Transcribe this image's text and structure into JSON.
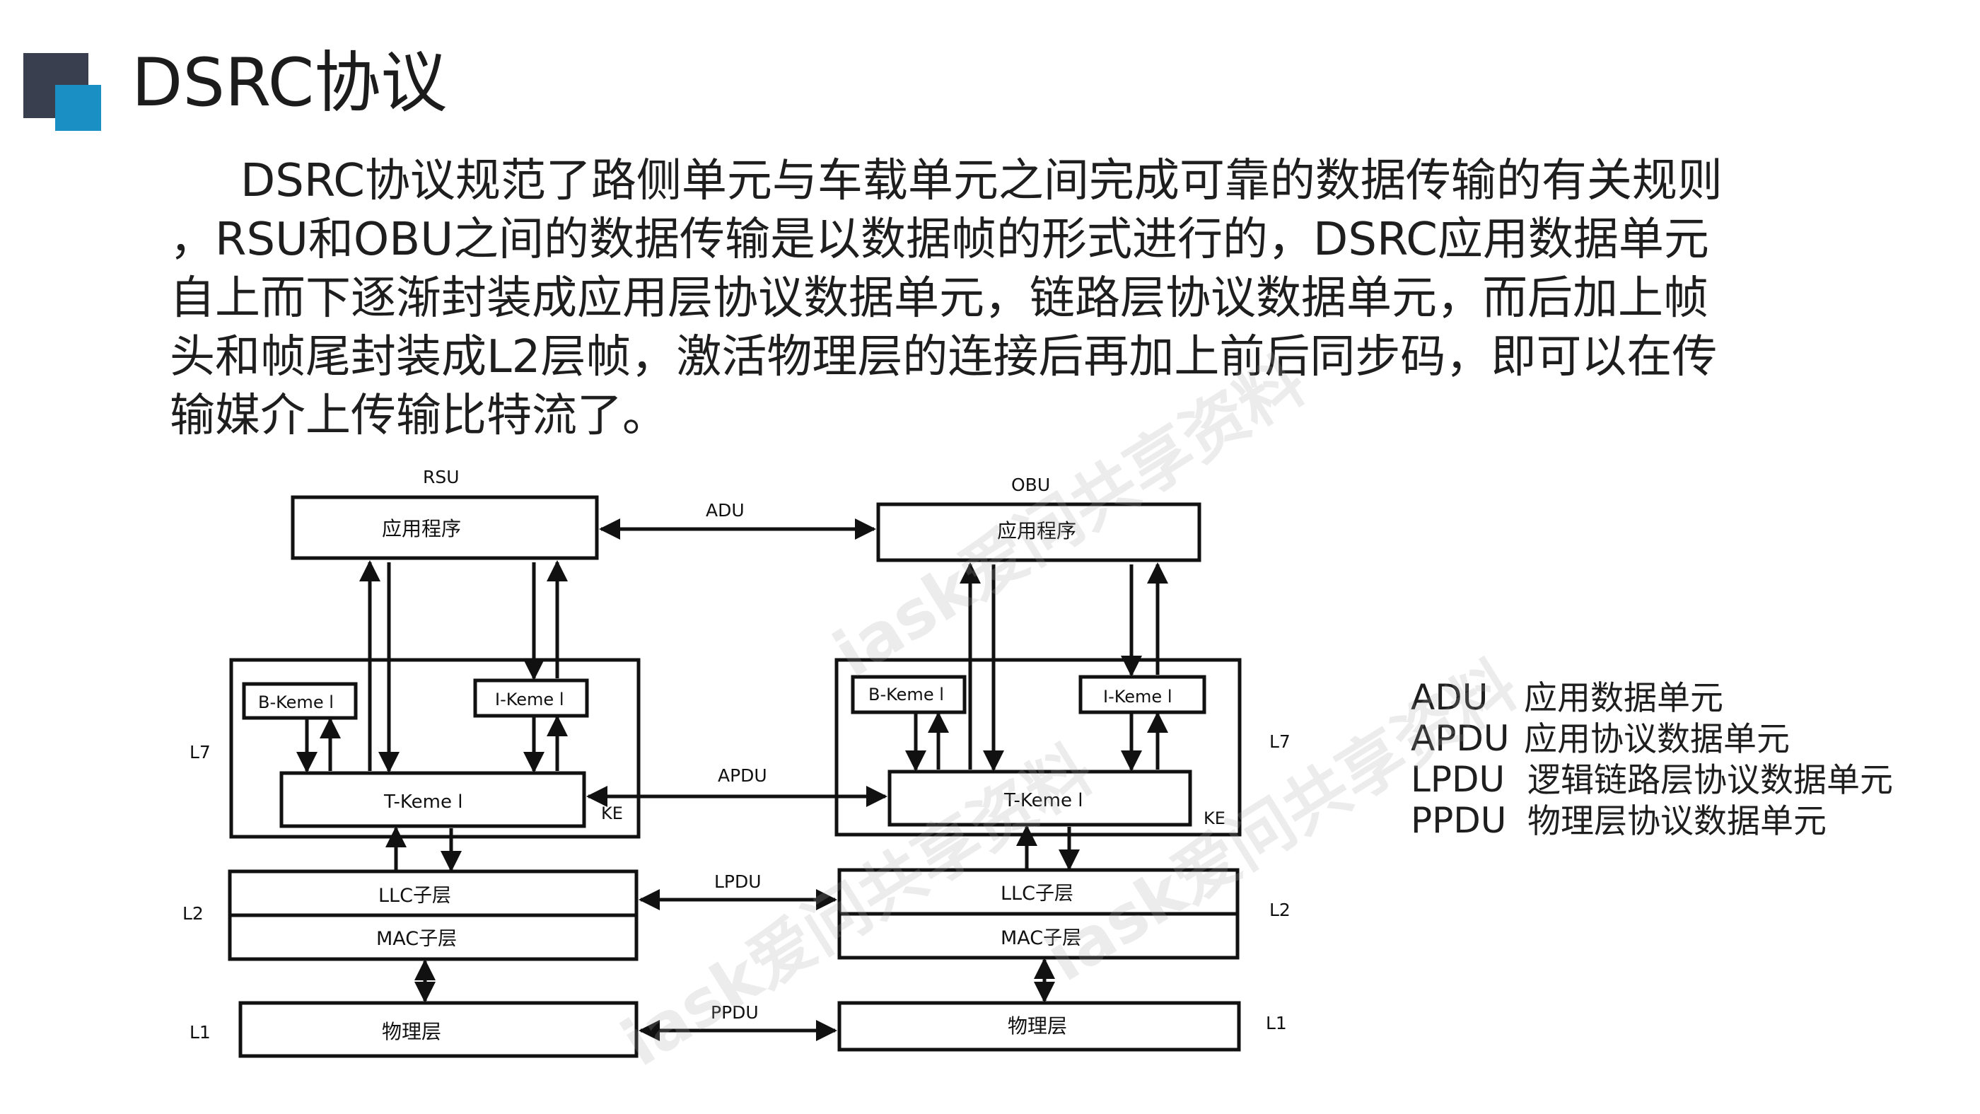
{
  "page": {
    "title": "DSRC协议",
    "paragraph_lines": [
      "DSRC协议规范了路侧单元与车载单元之间完成可靠的数据传输的有关规则",
      "，RSU和OBU之间的数据传输是以数据帧的形式进行的，DSRC应用数据单元",
      "自上而下逐渐封装成应用层协议数据单元，链路层协议数据单元，而后加上帧",
      "头和帧尾封装成L2层帧，激活物理层的连接后再加上前后同步码，即可以在传",
      "输媒介上传输比特流了。"
    ]
  },
  "diagram": {
    "rsu": {
      "label": "RSU",
      "app": "应用程序",
      "b_kernel": "B-Keme l",
      "i_kernel": "I-Keme l",
      "t_kernel": "T-Keme l",
      "ke": "KE",
      "llc": "LLC子层",
      "mac": "MAC子层",
      "phy": "物理层"
    },
    "obu": {
      "label": "OBU",
      "app": "应用程序",
      "b_kernel": "B-Keme l",
      "i_kernel": "I-Keme l",
      "t_kernel": "T-Keme l",
      "ke": "KE",
      "llc": "LLC子层",
      "mac": "MAC子层",
      "phy": "物理层"
    },
    "links": {
      "adu": "ADU",
      "apdu": "APDU",
      "lpdu": "LPDU",
      "ppdu": "PPDU"
    },
    "layers": {
      "l7": "L7",
      "l2": "L2",
      "l1": "L1"
    }
  },
  "legend": [
    {
      "abbr": "ADU",
      "desc": "应用数据单元"
    },
    {
      "abbr": "APDU",
      "desc": "应用协议数据单元"
    },
    {
      "abbr": "LPDU",
      "desc": "逻辑链路层协议数据单元"
    },
    {
      "abbr": "PPDU",
      "desc": "物理层协议数据单元"
    }
  ],
  "watermark": {
    "text": "iask爱问共享资料"
  },
  "colors": {
    "logo_dark": "#3a3f4f",
    "logo_blue": "#1a8fc4"
  }
}
